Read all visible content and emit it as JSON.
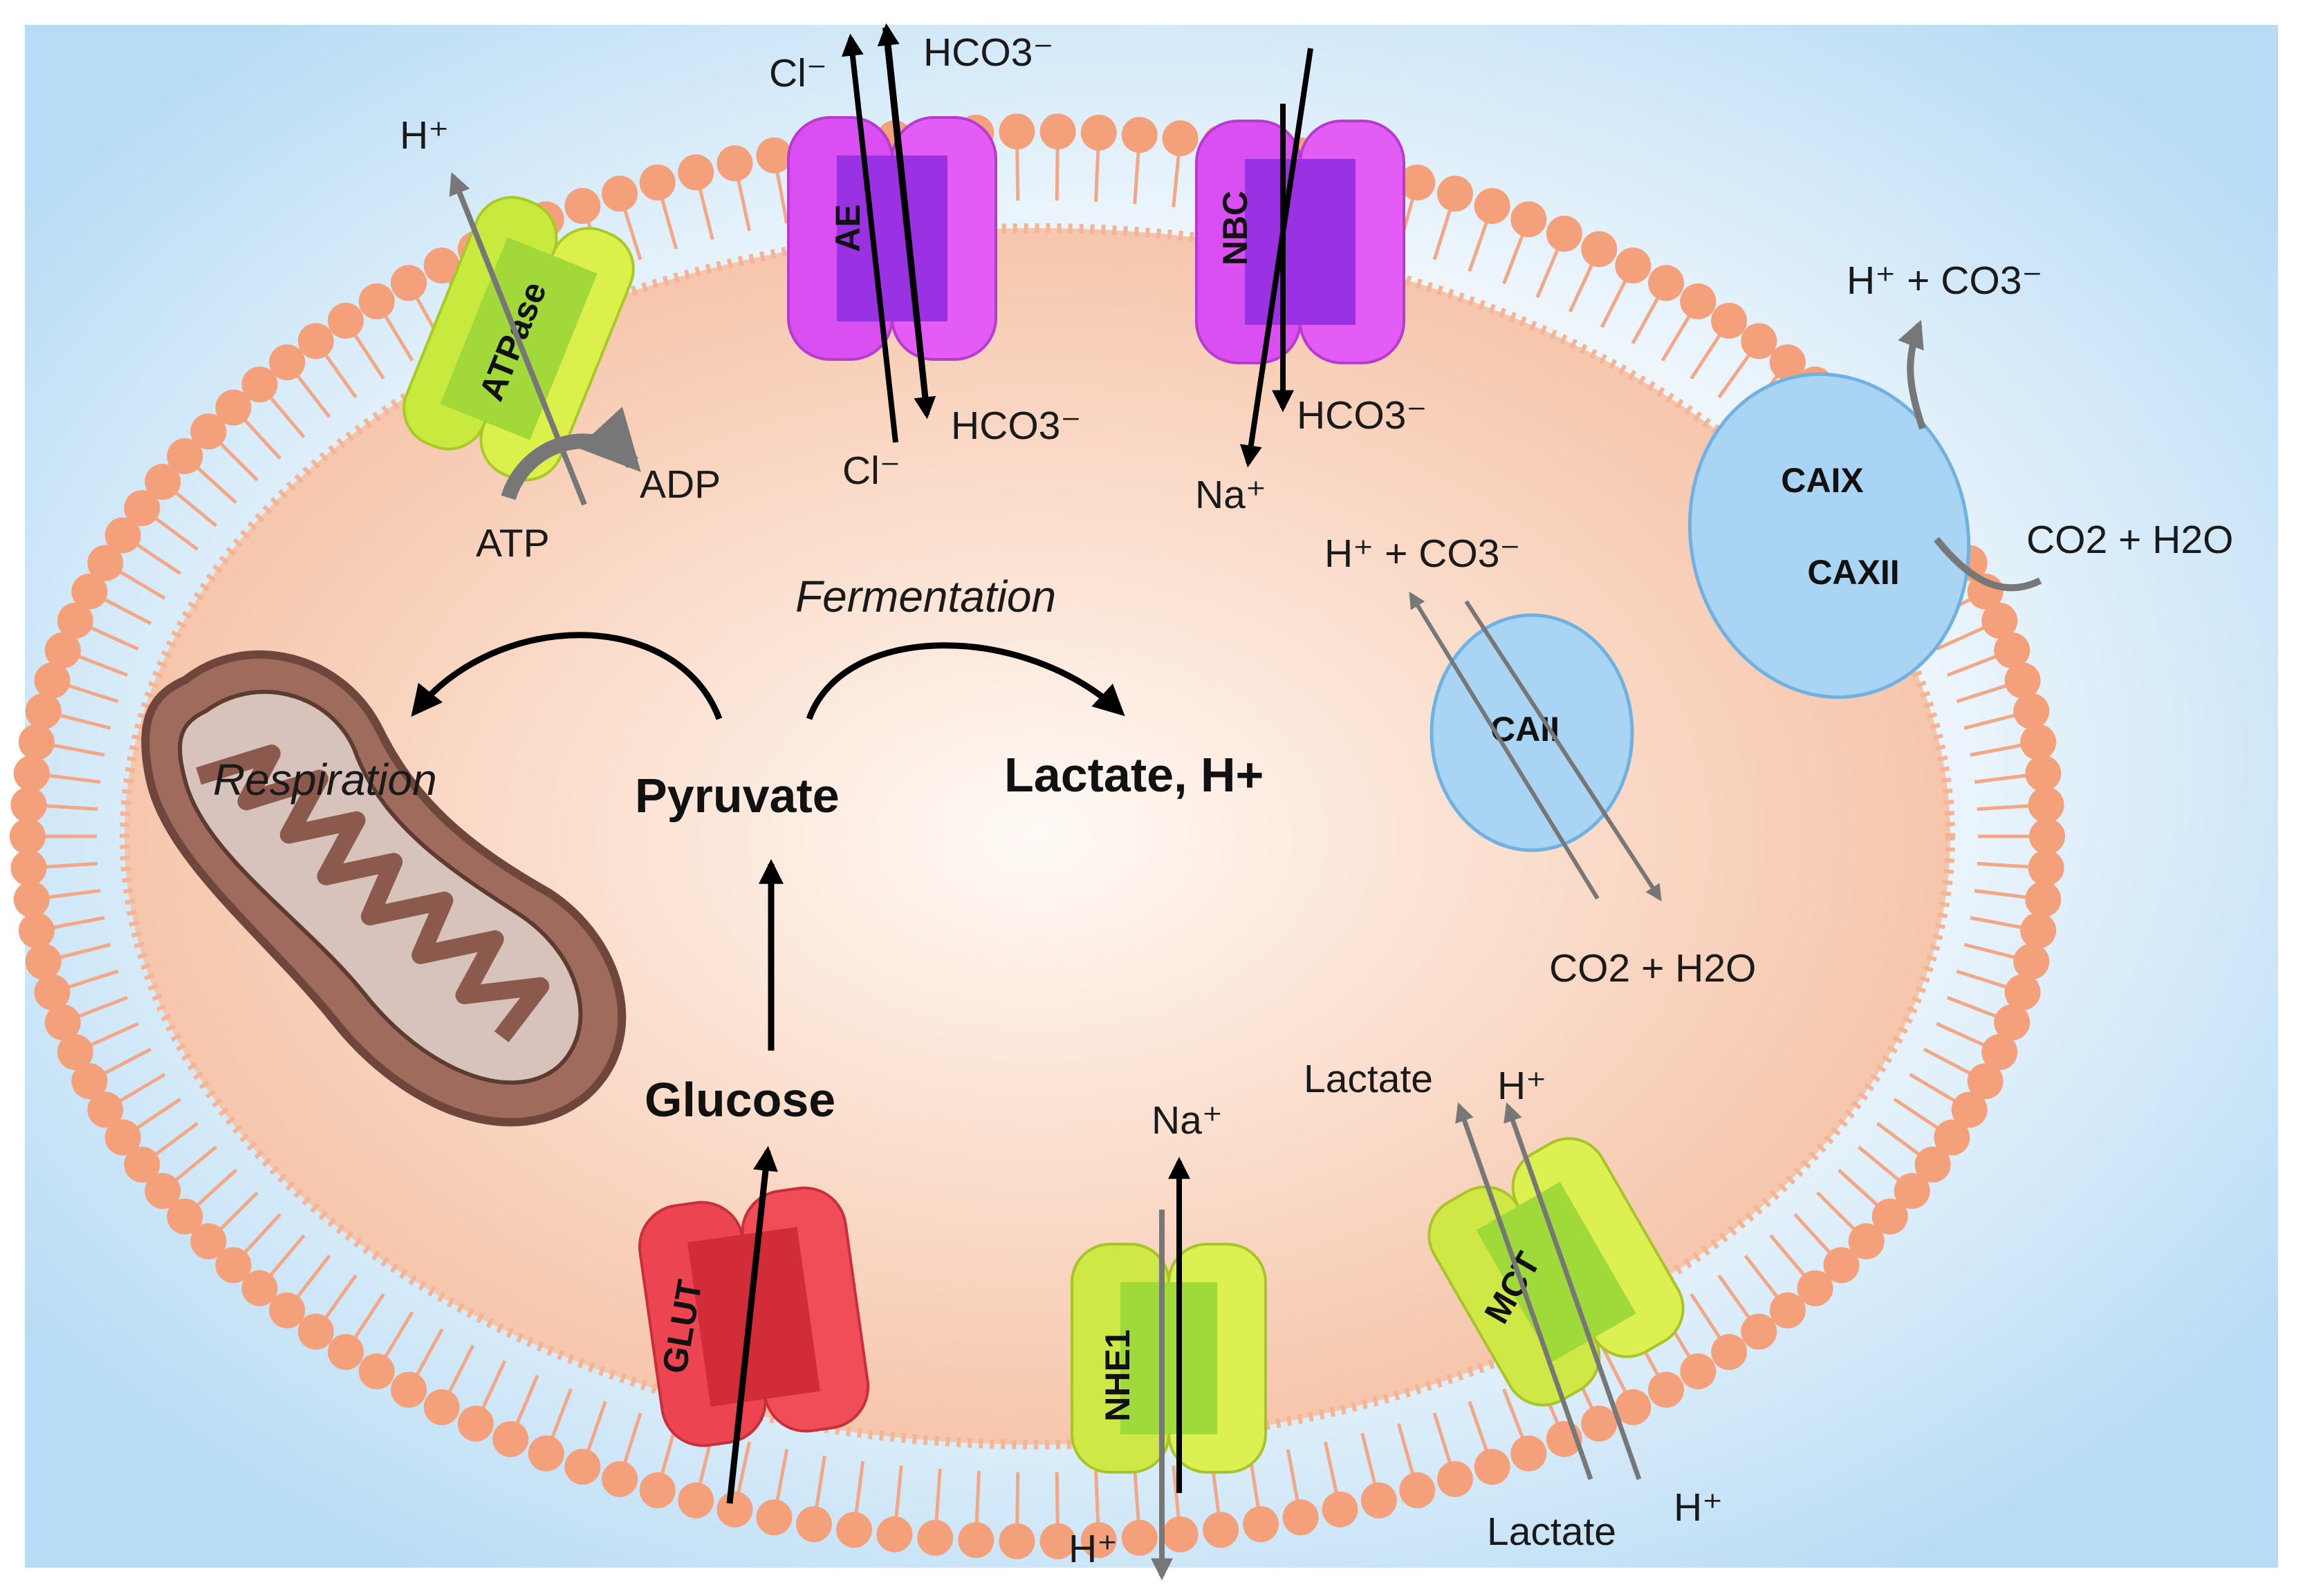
{
  "colors": {
    "outer_bg": "#cfe6f7",
    "cytoplasm": "#f6c7ae",
    "lipid_head": "#f4a07b",
    "lipid_tail": "#f2a886",
    "atpase": "#c8ea3e",
    "ae_nbc": "#d94ff2",
    "glut": "#ec4450",
    "nhe_mct": "#cfe845",
    "carbonic_anhydrase": "#a9d4f3",
    "mitochondrion": "#9f6b5c",
    "arrow_black": "#000000",
    "arrow_gray": "#7a7a7a"
  },
  "icons": {
    "mitochondrion": "mitochondrion-icon"
  },
  "proteins": {
    "atpase": "ATPase",
    "ae": "AE",
    "nbc": "NBC",
    "glut": "GLUT",
    "nhe1": "NHE1",
    "mct": "MCT",
    "caix": "CAIX",
    "caxii": "CAXII",
    "caii": "CAII"
  },
  "labels": {
    "atpase_h": "H⁺",
    "atp": "ATP",
    "adp": "ADP",
    "ae_cl_out": "Cl⁻",
    "ae_hco3_out": "HCO3⁻",
    "ae_hco3_in": "HCO3⁻",
    "ae_cl_in": "Cl⁻",
    "nbc_hco3_in": "HCO3⁻",
    "nbc_na_in": "Na⁺",
    "caix_products": "H⁺ + CO3⁻",
    "caix_substrates": "CO2 + H2O",
    "caii_products": "H⁺ + CO3⁻",
    "caii_substrates": "CO2 + H2O",
    "fermentation": "Fermentation",
    "respiration": "Respiration",
    "pyruvate": "Pyruvate",
    "lactate_h": "Lactate, H+",
    "glucose": "Glucose",
    "nhe_na_in": "Na⁺",
    "nhe_h_out": "H⁺",
    "mct_lactate_out": "Lactate",
    "mct_h_out": "H⁺",
    "mct_lactate_in": "Lactate",
    "mct_h_in": "H⁺"
  }
}
